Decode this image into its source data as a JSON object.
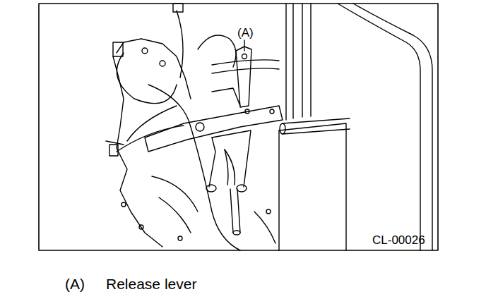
{
  "diagram": {
    "labels": [
      "(A)",
      "CL-00026",
      "(A)",
      "Release lever"
    ]
  }
}
